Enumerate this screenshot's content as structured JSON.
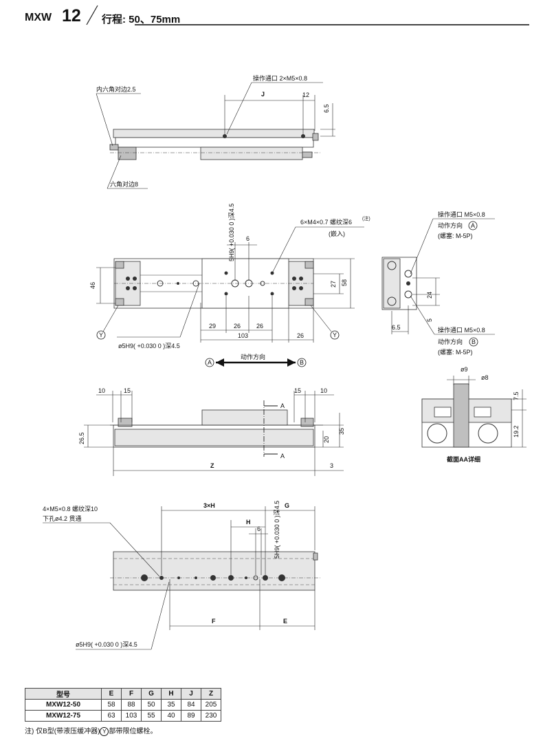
{
  "header": {
    "model_prefix": "MXW",
    "model_number": "12",
    "stroke_label": "行程: 50、75mm"
  },
  "top_view": {
    "port_note": "操作通口 2×M5×0.8",
    "hex_socket": "内六角对边2.5",
    "hex_nut": "六角对边8",
    "dim_J": "J",
    "dim_12": "12",
    "dim_6_5": "6.5"
  },
  "front_view": {
    "thread_note": "6×M4×0.7 螺纹深6",
    "thread_note_sup": "(注)",
    "insert_note": "(嵌入)",
    "pin_top": "5H9( +0.030 0 )深4.5",
    "pin_bottom": "ø5H9( +0.030 0 )深4.5",
    "dim_6": "6",
    "dim_46": "46",
    "dim_27": "27",
    "dim_58": "58",
    "dim_29": "29",
    "dim_26a": "26",
    "dim_26b": "26",
    "dim_103": "103",
    "dim_26c": "26",
    "y_marker": "Y"
  },
  "direction": {
    "label": "动作方向",
    "a": "A",
    "b": "B"
  },
  "end_view": {
    "port_a": "操作通口 M5×0.8",
    "dir_a": "动作方向",
    "plug_a": "(螺塞: M-5P)",
    "port_b": "操作通口 M5×0.8",
    "dir_b": "动作方向",
    "plug_b": "(螺塞: M-5P)",
    "dim_24": "24",
    "dim_5": "5",
    "dim_6_5": "6.5",
    "mark_a": "A",
    "mark_b": "B"
  },
  "side_view": {
    "dim_10a": "10",
    "dim_15a": "15",
    "dim_15b": "15",
    "dim_10b": "10",
    "dim_26_5": "26.5",
    "dim_20": "20",
    "dim_35": "35",
    "dim_Z": "Z",
    "dim_3": "3",
    "section_a": "A"
  },
  "detail": {
    "dim_d9": "ø9",
    "dim_d8": "ø8",
    "dim_7_5": "7.5",
    "dim_19_2": "19.2",
    "caption": "截面AA详细"
  },
  "bottom_view": {
    "thread_note": "4×M5×0.8 螺纹深10",
    "thru_note": "下孔ø4.2 贯通",
    "pin_note": "ø5H9( +0.030 0 )深4.5",
    "pin_top": "5H9( +0.030 0 )深4.5",
    "dim_3H": "3×H",
    "dim_G": "G",
    "dim_H": "H",
    "dim_6": "6",
    "dim_F": "F",
    "dim_E": "E"
  },
  "table": {
    "headers": [
      "型号",
      "E",
      "F",
      "G",
      "H",
      "J",
      "Z"
    ],
    "rows": [
      [
        "MXW12-50",
        "58",
        "88",
        "50",
        "35",
        "84",
        "205"
      ],
      [
        "MXW12-75",
        "63",
        "103",
        "55",
        "40",
        "89",
        "230"
      ]
    ]
  },
  "note": {
    "prefix": "注) 仅B型(带液压缓冲器)",
    "marker": "Y",
    "suffix": "部带限位螺栓。"
  }
}
